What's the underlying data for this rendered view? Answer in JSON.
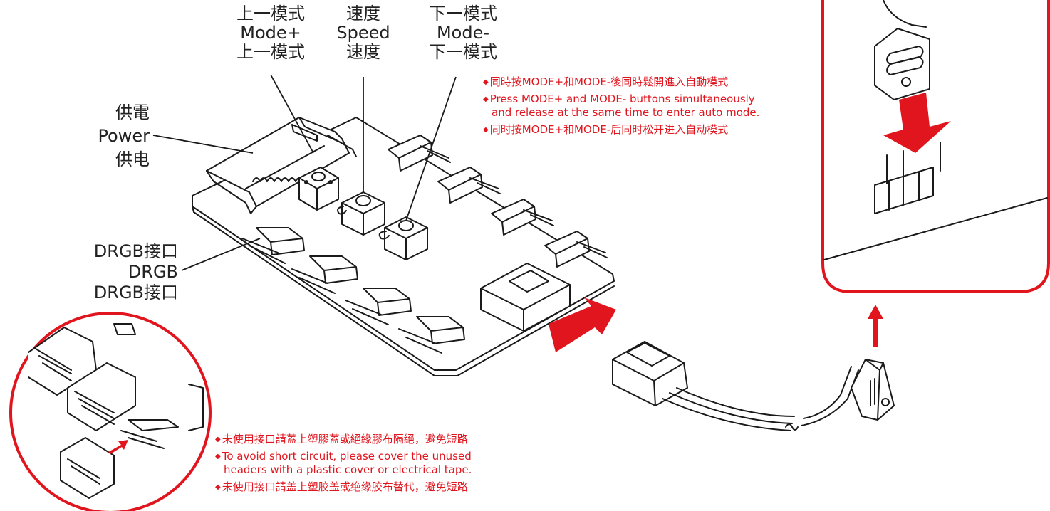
{
  "colors": {
    "accent": "#e1151e",
    "line": "#1a1a1a",
    "text": "#222222"
  },
  "buttons": {
    "mode_plus": {
      "zh_tw": "上一模式",
      "en": "Mode+",
      "zh_cn": "上一模式"
    },
    "speed": {
      "zh_tw": "速度",
      "en": "Speed",
      "zh_cn": "速度"
    },
    "mode_minus": {
      "zh_tw": "下一模式",
      "en": "Mode-",
      "zh_cn": "下一模式"
    }
  },
  "power": {
    "zh_tw": "供電",
    "en": "Power",
    "zh_cn": "供电"
  },
  "drgb": {
    "zh_tw": "DRGB接口",
    "en": "DRGB",
    "zh_cn": "DRGB接口"
  },
  "auto_mode_note": {
    "zh_tw": "同時按MODE+和MODE-後同時鬆開進入自動模式",
    "en_line1": "Press MODE+ and MODE- buttons simultaneously",
    "en_line2": "and release at the same time to enter auto mode.",
    "zh_cn": "同时按MODE+和MODE-后同时松开进入自动模式"
  },
  "short_circuit_note": {
    "zh_tw": "未使用接口請蓋上塑膠蓋或絕緣膠布隔絕，避免短路",
    "en_line1": "To avoid short circuit, please cover the unused",
    "en_line2": "headers with a plastic cover or electrical tape.",
    "zh_cn": "未使用接口請盖上塑胶盖或绝缘胶布替代，避免短路"
  },
  "icons": [
    "plus-icon",
    "arrow-right-icon",
    "arrow-down-icon",
    "arrow-up-icon",
    "arrow-diagonal-icon"
  ]
}
